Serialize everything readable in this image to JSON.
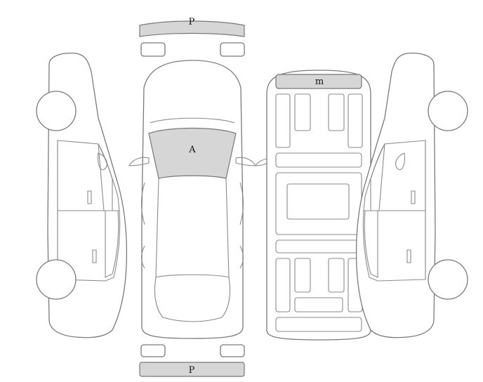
{
  "diagram": {
    "labels": {
      "front_bumper": "P",
      "windshield": "A",
      "rear_bumper": "P",
      "roof_front": "m"
    },
    "colors": {
      "line": "#7a7a7a",
      "damage_fill": "#d6d6d6",
      "background": "#ffffff",
      "label_text": "#111111"
    }
  }
}
